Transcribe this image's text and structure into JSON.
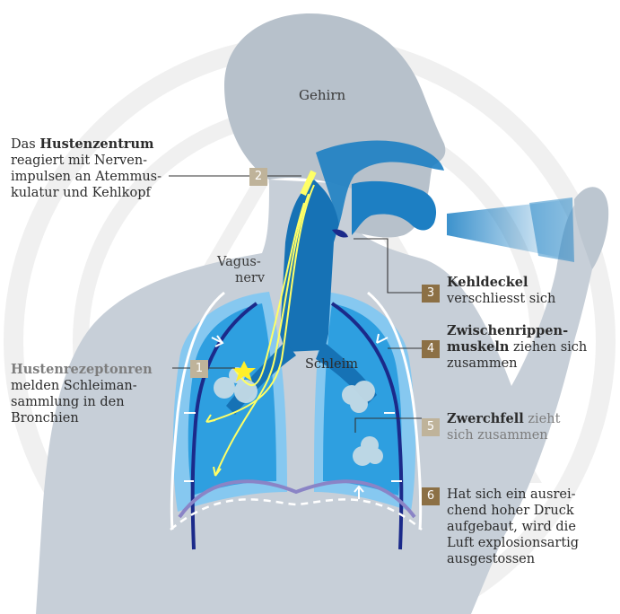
{
  "colors": {
    "watermark": "#eeeeee",
    "body_silhouette": "#c4ccd5",
    "head_fill": "#b4bec9",
    "lung_outer": "#7ec3ee",
    "lung_inner": "#2c9fe0",
    "airway": "#1575b8",
    "dark_blue": "#1b2a8a",
    "nerve": "#ffff66",
    "badge_active": "#8c7045",
    "badge_muted": "#bfb39a",
    "text": "#2b2b2b",
    "text_grey": "#7d7d7d"
  },
  "labels": {
    "brain": "Gehirn",
    "vagus_line1": "Vagus-",
    "vagus_line2": "nerv",
    "mucus": "Schleim"
  },
  "steps": [
    {
      "number": "1",
      "state": "muted",
      "bold": "Husten",
      "bold_rest": "rezeptonren",
      "lines": [
        "melden Schleiman-",
        "sammlung in den",
        "Bronchien"
      ]
    },
    {
      "number": "2",
      "state": "muted",
      "prefix": "Das ",
      "bold": "Hustenzentrum",
      "lines": [
        "reagiert mit Nerven-",
        "impulsen an Atemmus-",
        "kulatur und Kehlkopf"
      ]
    },
    {
      "number": "3",
      "state": "active",
      "bold": "Kehldeckel",
      "lines": [
        "verschliesst sich"
      ]
    },
    {
      "number": "4",
      "state": "active",
      "bold_lines": [
        "Zwischenrippen-",
        "muskeln"
      ],
      "after_bold": " ziehen sich",
      "lines": [
        "zusammen"
      ]
    },
    {
      "number": "5",
      "state": "muted",
      "bold": "Zwerchfell",
      "after_bold": " zieht",
      "lines": [
        "sich zusammen"
      ]
    },
    {
      "number": "6",
      "state": "active",
      "lines": [
        "Hat sich ein ausrei-",
        "chend hoher Druck",
        "aufgebaut, wird die",
        "Luft explosionsartig",
        "ausgestossen"
      ]
    }
  ]
}
